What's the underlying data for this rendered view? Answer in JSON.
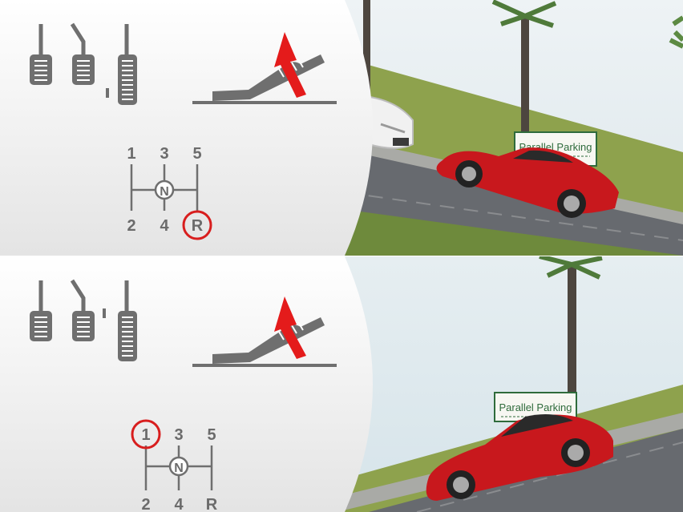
{
  "panels": [
    {
      "id": "top",
      "sign_text": "Parallel Parking",
      "gears": [
        "1",
        "3",
        "5",
        "2",
        "4",
        "R"
      ],
      "neutral": "N",
      "highlighted_gear": "R"
    },
    {
      "id": "bottom",
      "sign_text": "Parallel Parking",
      "gears": [
        "1",
        "3",
        "5",
        "2",
        "4",
        "R"
      ],
      "neutral": "N",
      "highlighted_gear": "1"
    }
  ],
  "colors": {
    "icon_gray": "#6f6f6f",
    "highlight_red": "#d81e1e",
    "arrow_red": "#e41b1b",
    "car_red": "#c8181d",
    "sky": "#dfe9ee",
    "grass": "#8aa04a",
    "road": "#6b6e73",
    "sign_green": "#2f6b3c"
  },
  "icons": [
    "clutch-pedal-icon",
    "brake-pedal-icon",
    "gas-pedal-icon",
    "handbrake-icon",
    "up-arrow-icon",
    "gear-shift-pattern-icon"
  ]
}
